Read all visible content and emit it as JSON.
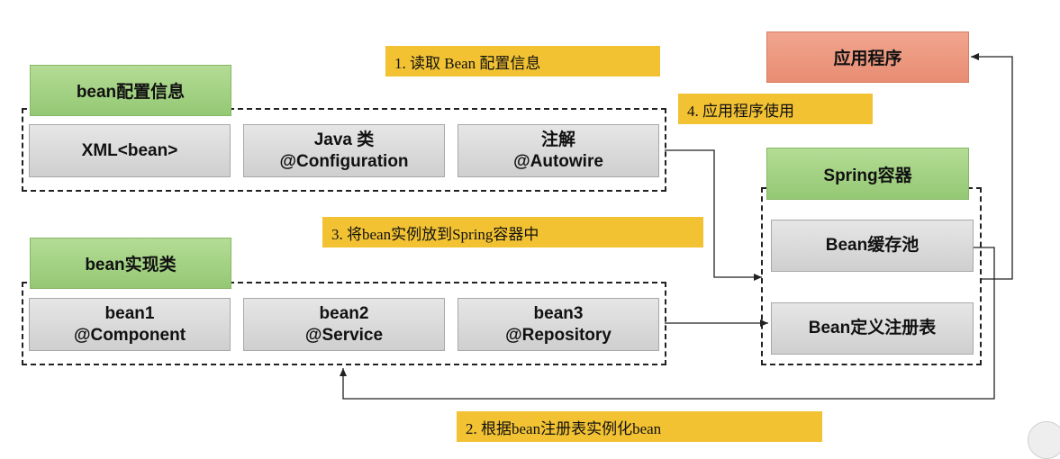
{
  "notes": {
    "n1": "1. 读取 Bean 配置信息",
    "n2": "2. 根据bean注册表实例化bean",
    "n3": "3. 将bean实例放到Spring容器中",
    "n4": "4. 应用程序使用"
  },
  "config_group": {
    "title": "bean配置信息",
    "items": [
      {
        "line1": "XML<bean>",
        "line2": ""
      },
      {
        "line1": "Java 类",
        "line2": "@Configuration"
      },
      {
        "line1": "注解",
        "line2": "@Autowire"
      }
    ]
  },
  "impl_group": {
    "title": "bean实现类",
    "items": [
      {
        "line1": "bean1",
        "line2": "@Component"
      },
      {
        "line1": "bean2",
        "line2": "@Service"
      },
      {
        "line1": "bean3",
        "line2": "@Repository"
      }
    ]
  },
  "app": {
    "title": "应用程序"
  },
  "container": {
    "title": "Spring容器",
    "cache_pool": "Bean缓存池",
    "registry": "Bean定义注册表"
  },
  "colors": {
    "green": "#9fd07e",
    "gray": "#d9d9d9",
    "salmon": "#ec9a80",
    "note_yellow": "#f2c233",
    "line": "#222222"
  }
}
